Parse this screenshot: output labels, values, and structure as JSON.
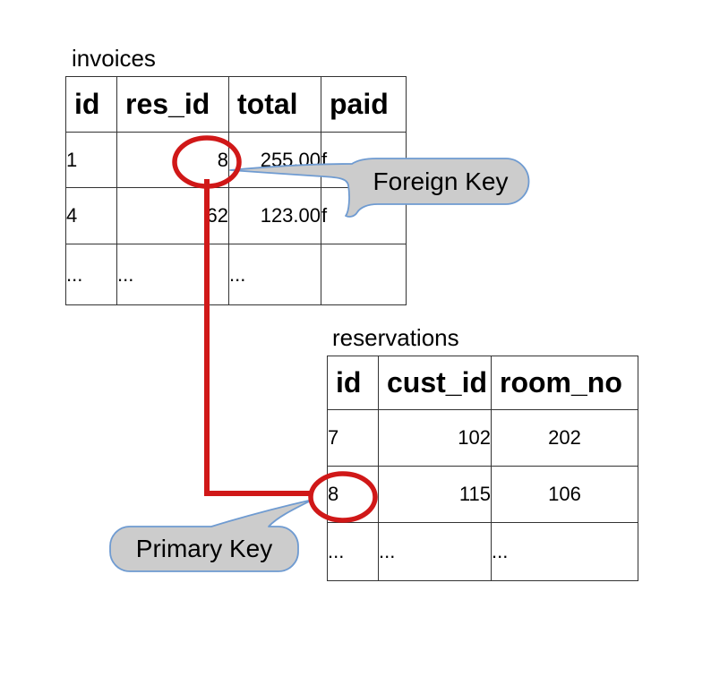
{
  "tables": {
    "invoices": {
      "title": "invoices",
      "columns": [
        "id",
        "res_id",
        "total",
        "paid"
      ],
      "rows": [
        [
          "1",
          "8",
          "255.00",
          "f"
        ],
        [
          "4",
          "62",
          "123.00",
          "f"
        ],
        [
          "...",
          "...",
          "...",
          ""
        ]
      ]
    },
    "reservations": {
      "title": "reservations",
      "columns": [
        "id",
        "cust_id",
        "room_no"
      ],
      "rows": [
        [
          "7",
          "102",
          "202"
        ],
        [
          "8",
          "115",
          "106"
        ],
        [
          "...",
          "...",
          "..."
        ]
      ]
    }
  },
  "callouts": {
    "foreign_key_label": "Foreign Key",
    "primary_key_label": "Primary Key"
  },
  "highlight": {
    "circled_foreign_key_value": "8",
    "circled_primary_key_value": "8"
  },
  "colors": {
    "highlight_red": "#d01818",
    "callout_fill": "#cccccc",
    "callout_border": "#6f9bd1",
    "table_border": "#333333",
    "background": "#ffffff"
  }
}
